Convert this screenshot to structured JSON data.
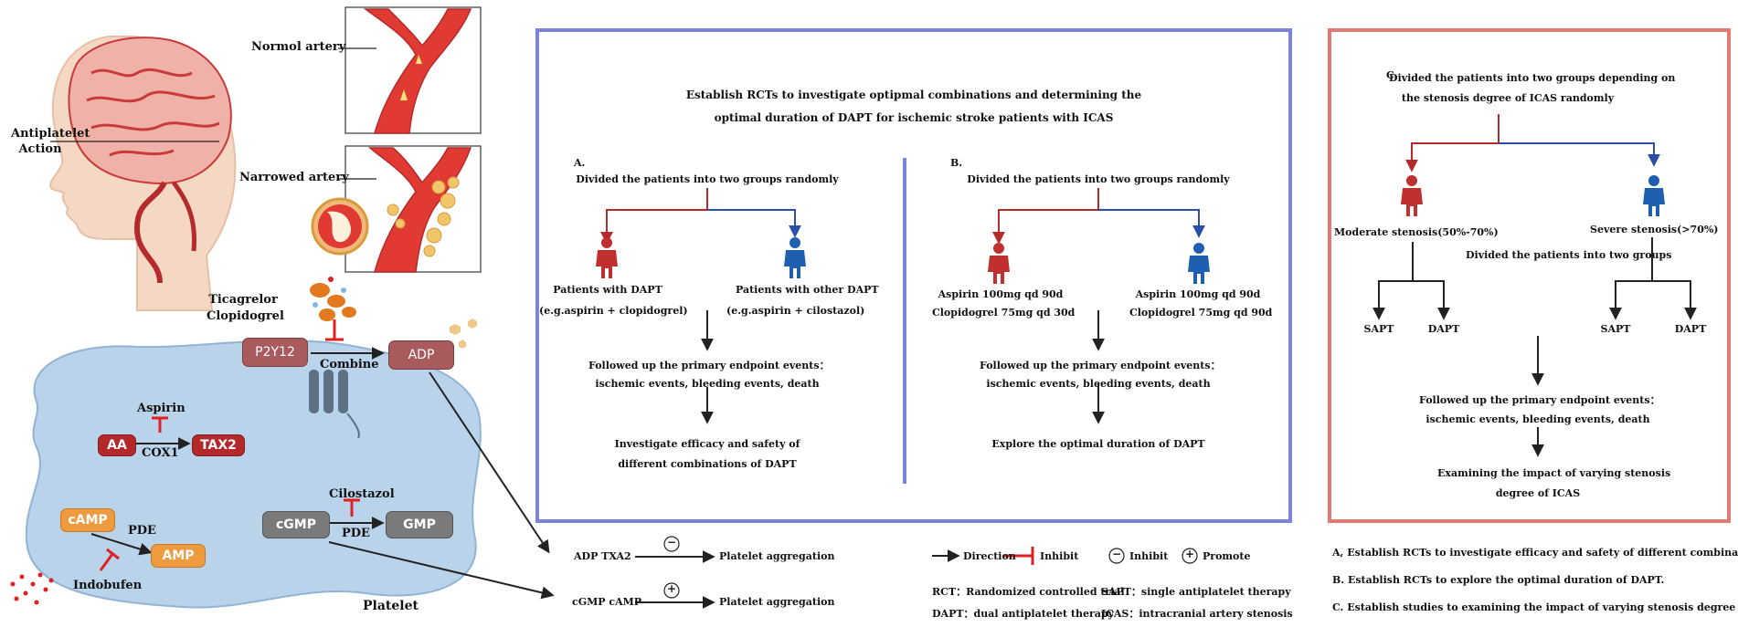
{
  "left_panel": {
    "antiplatelet_label": "Antiplatelet\nAction",
    "normal_artery_label": "Normol artery",
    "narrowed_artery_label": "Narrowed artery",
    "ticagrelor_label": "Ticagrelor\nClopidogrel",
    "p2y12_label": "P2Y12",
    "combine_label": "Combine",
    "adp_label": "ADP",
    "aspirin_label": "Aspirin",
    "aa_label": "AA",
    "cox1_label": "COX1",
    "tax2_label": "TAX2",
    "cilostazol_label": "Cilostazol",
    "camp_label": "cAMP",
    "pde_label_1": "PDE",
    "amp_label": "AMP",
    "cgmp_label": "cGMP",
    "pde_label_2": "PDE",
    "gmp_label": "GMP",
    "indobufen_label": "Indobufen",
    "platelet_label": "Platelet"
  },
  "pathway_results": {
    "row1_left": "ADP TXA2",
    "row1_symbol": "−",
    "row1_right": "Platelet aggregation",
    "row2_left": "cGMP cAMP",
    "row2_symbol": "+",
    "row2_right": "Platelet aggregation"
  },
  "middle_panel": {
    "title_line1": "Establish RCTs to investigate optipmal combinations and determining the",
    "title_line2": "optimal duration of DAPT for ischemic stroke patients with ICAS",
    "a": {
      "letter": "A.",
      "divide": "Divided the patients into two groups randomly",
      "left_line1": "Patients with DAPT",
      "left_line2": "(e.g.aspirin + clopidogrel)",
      "right_line1": "Patients with other DAPT",
      "right_line2": "(e.g.aspirin + cilostazol)",
      "follow_line1": "Followed up the primary endpoint events：",
      "follow_line2": "ischemic events, bleeding events, death",
      "final_line1": "Investigate efficacy and safety of",
      "final_line2": "different combinations of DAPT"
    },
    "b": {
      "letter": "B.",
      "divide": "Divided the patients into two groups randomly",
      "left_line1": "Aspirin 100mg qd 90d",
      "left_line2": "Clopidogrel 75mg qd 30d",
      "right_line1": "Aspirin 100mg qd 90d",
      "right_line2": "Clopidogrel 75mg qd 90d",
      "follow_line1": "Followed up the primary endpoint events：",
      "follow_line2": "ischemic events, bleeding events, death",
      "final_line1": "Explore the optimal duration of DAPT"
    }
  },
  "right_panel": {
    "letter": "C.",
    "divide_line1": "Divided the patients into two groups depending on",
    "divide_line2": "the stenosis degree of ICAS randomly",
    "moderate": "Moderate stenosis(50%-70%)",
    "severe": "Severe stenosis(>70%)",
    "sub_divide": "Divided the patients into two groups",
    "sapt_1": "SAPT",
    "dapt_1": "DAPT",
    "sapt_2": "SAPT",
    "dapt_2": "DAPT",
    "follow_line1": "Followed up the primary endpoint events：",
    "follow_line2": "ischemic events, bleeding events, death",
    "final_line1": "Examining the impact of varying stenosis",
    "final_line2": "degree of ICAS"
  },
  "legend": {
    "direction": "Direction",
    "inhibit_bar": "Inhibit",
    "inhibit_circle_symbol": "−",
    "inhibit_circle": "Inhibit",
    "promote_symbol": "+",
    "promote": "Promote",
    "rct": "RCT：Randomized controlled trial",
    "sapt": "SAPT：single antiplatelet therapy",
    "dapt": "DAPT：dual antiplatelet therapy",
    "icas": "ICAS：intracranial artery stenosis"
  },
  "notes": {
    "a": "A, Establish RCTs to investigate efficacy and safety of different combinations of DAPT.",
    "b": "B. Establish RCTs to explore the optimal duration of DAPT.",
    "c": "C. Establish studies to examining the impact of varying stenosis degree of ICAS."
  },
  "colors": {
    "blue_frame": "#7b84d8",
    "red_frame": "#e07a72",
    "red_branch": "#b52a2a",
    "blue_branch": "#2b4fa8",
    "person_red": "#c0302e",
    "person_blue": "#1f5fb0",
    "platelet_fill": "#b8d3ea",
    "inhibit_red": "#e02020"
  }
}
